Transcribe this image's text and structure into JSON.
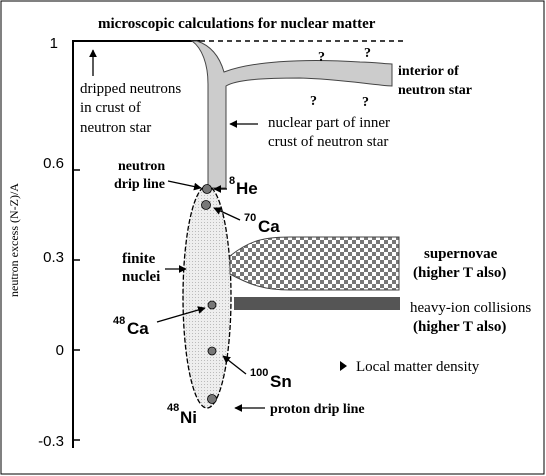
{
  "y_axis": {
    "label": "neutron excess (N-Z)/A",
    "ticks": [
      "1",
      "0.6",
      "0.3",
      "0",
      "-0.3"
    ]
  },
  "labels": {
    "top_line": "microscopic calculations for nuclear matter",
    "dripped_1": "dripped neutrons",
    "dripped_2": "in crust of",
    "dripped_3": "neutron star",
    "interior_1": "interior of",
    "interior_2": "neutron star",
    "inner_crust_1": "nuclear part of inner",
    "inner_crust_2": "crust of neutron star",
    "neutron_drip_1": "neutron",
    "neutron_drip_2": "drip line",
    "finite_1": "finite",
    "finite_2": "nuclei",
    "supernovae_1": "supernovae",
    "supernovae_2": "(higher T also)",
    "heavy_ion_1": "heavy-ion collisions",
    "heavy_ion_2": "(higher T also)",
    "local_density": "Local matter density",
    "proton_drip": "proton drip line",
    "question_mark": "?"
  },
  "nuclei": {
    "he8": {
      "mass": "8",
      "symbol": "He"
    },
    "ca70": {
      "mass": "70",
      "symbol": "Ca"
    },
    "ca48": {
      "mass": "48",
      "symbol": "Ca"
    },
    "sn100": {
      "mass": "100",
      "symbol": "Sn"
    },
    "ni48": {
      "mass": "48",
      "symbol": "Ni"
    }
  },
  "colors": {
    "band": "#cccccc",
    "nucleus_dot": "#777777",
    "heavy_ion_bar": "#555555",
    "ellipse_fill": "#eeeeee"
  }
}
